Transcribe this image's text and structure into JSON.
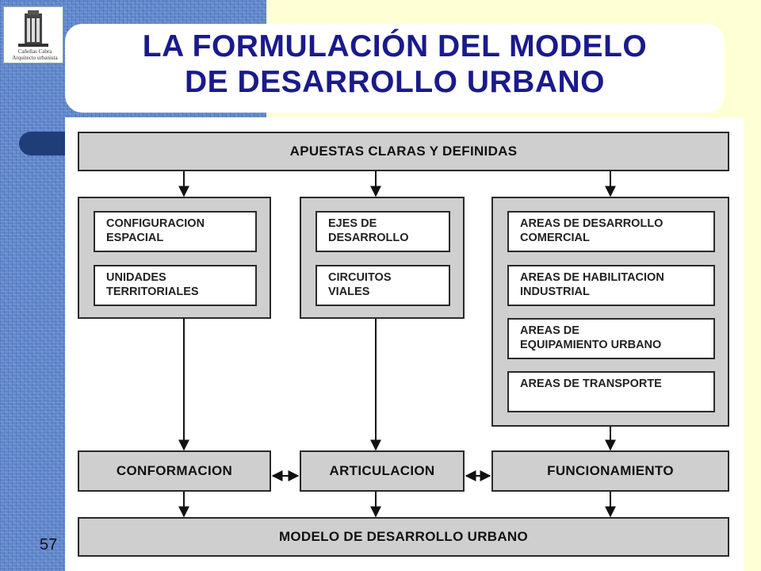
{
  "slide": {
    "title_line1": "LA FORMULACIÓN DEL MODELO",
    "title_line2": "DE DESARROLLO URBANO",
    "page_number": "57"
  },
  "logo": {
    "caption_line1": "Cañellas Cabra",
    "caption_line2": "Arquitecto urbanista"
  },
  "diagram": {
    "top": "APUESTAS CLARAS Y DEFINIDAS",
    "column_left": {
      "items": [
        {
          "line1": "CONFIGURACION",
          "line2": "ESPACIAL"
        },
        {
          "line1": "UNIDADES",
          "line2": "TERRITORIALES"
        }
      ],
      "result": "CONFORMACION"
    },
    "column_middle": {
      "items": [
        {
          "line1": "EJES DE",
          "line2": "DESARROLLO"
        },
        {
          "line1": "CIRCUITOS",
          "line2": "VIALES"
        }
      ],
      "result": "ARTICULACION"
    },
    "column_right": {
      "items": [
        {
          "line1": "AREAS DE DESARROLLO",
          "line2": "COMERCIAL"
        },
        {
          "line1": "AREAS DE HABILITACION",
          "line2": "INDUSTRIAL"
        },
        {
          "line1": "AREAS DE",
          "line2": "EQUIPAMIENTO URBANO"
        },
        {
          "line1": "AREAS DE TRANSPORTE",
          "line2": ""
        }
      ],
      "result": "FUNCIONAMIENTO"
    },
    "bottom": "MODELO DE DESARROLLO URBANO"
  }
}
